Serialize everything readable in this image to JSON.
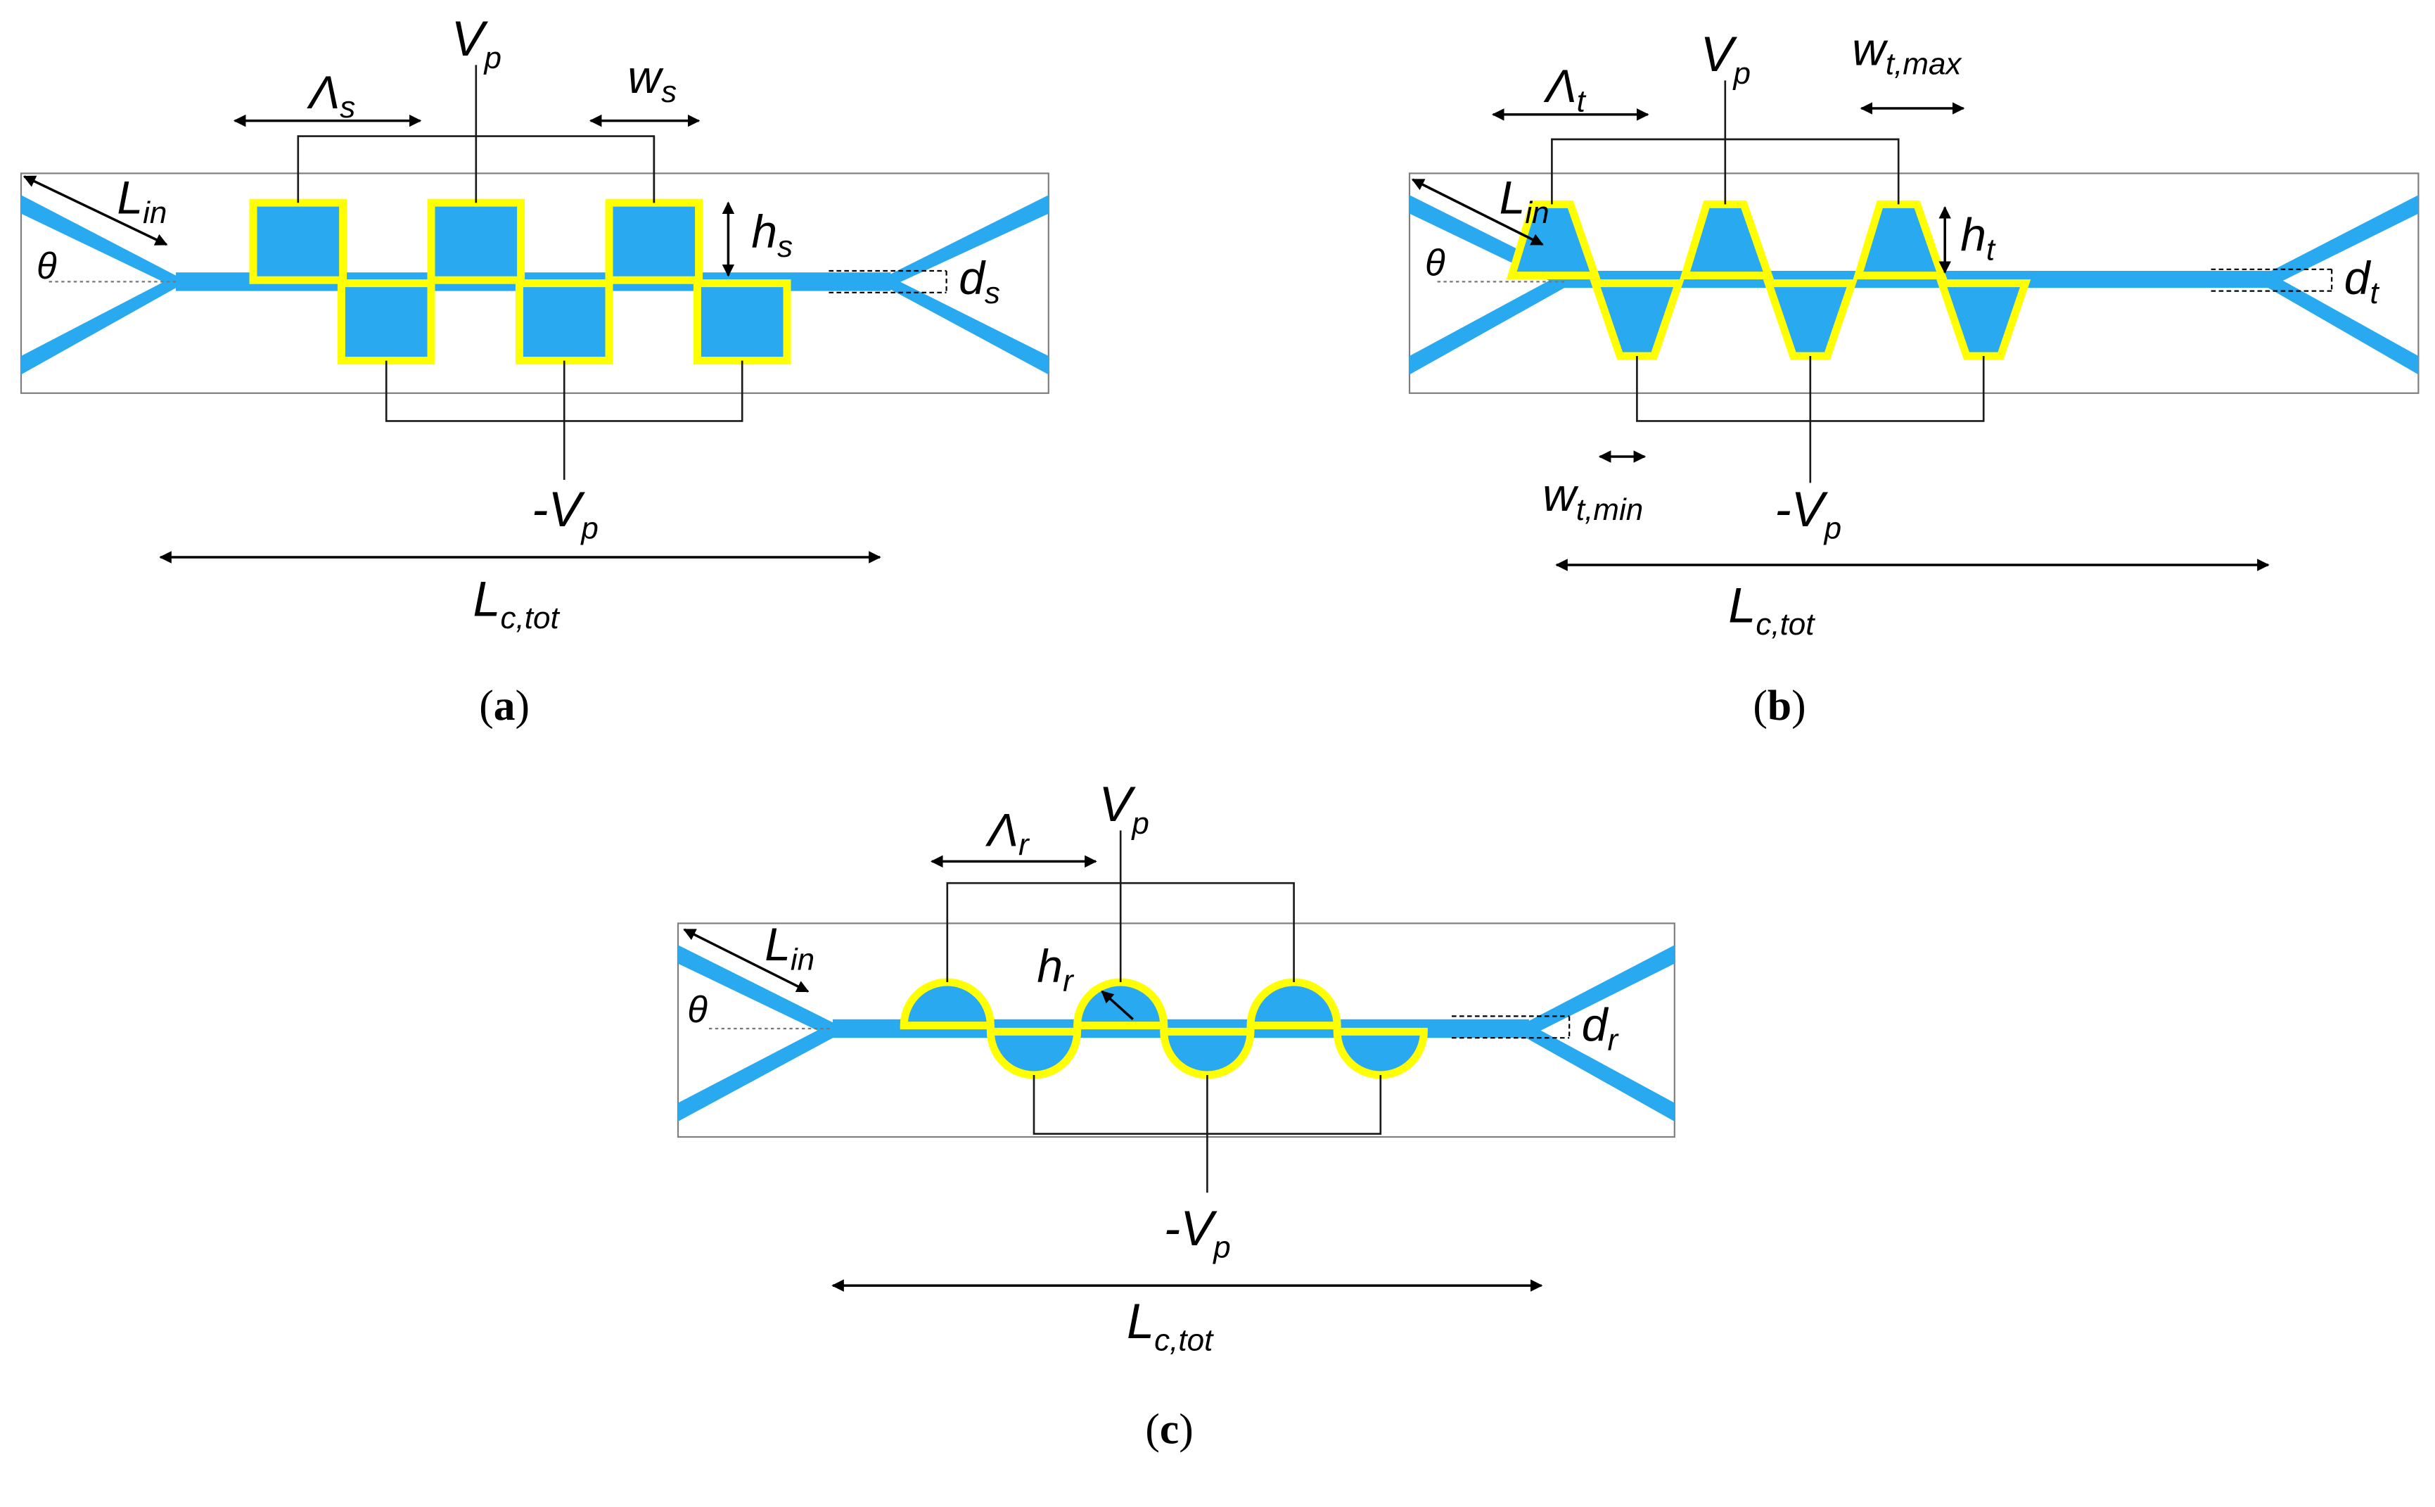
{
  "colors": {
    "waveguide": "#29a9f0",
    "electrode": "#ffff00",
    "electrode_edge": "#8c8a00",
    "frame": "#7f7f7f",
    "wire": "#1a1a1a"
  },
  "panels": [
    {
      "id": "a",
      "shape": "square",
      "label_period": "Λ",
      "sub_period": "s",
      "label_vp": "V",
      "sub_vp": "p",
      "label_width": "w",
      "sub_width": "s",
      "label_height": "h",
      "sub_height": "s",
      "label_gap": "d",
      "sub_gap": "s",
      "label_lin": "L",
      "sub_lin": "in",
      "label_theta": "θ",
      "label_neg_vp": "-V",
      "sub_neg_vp": "p",
      "label_ltot": "L",
      "sub_ltot": "c,tot",
      "caption": "a"
    },
    {
      "id": "b",
      "shape": "trapezoid",
      "label_period": "Λ",
      "sub_period": "t",
      "label_vp": "V",
      "sub_vp": "p",
      "label_width": "w",
      "sub_width": "t,max",
      "label_width_min": "w",
      "sub_width_min": "t,min",
      "label_height": "h",
      "sub_height": "t",
      "label_gap": "d",
      "sub_gap": "t",
      "label_lin": "L",
      "sub_lin": "in",
      "label_theta": "θ",
      "label_neg_vp": "-V",
      "sub_neg_vp": "p",
      "label_ltot": "L",
      "sub_ltot": "c,tot",
      "caption": "b"
    },
    {
      "id": "c",
      "shape": "round",
      "label_period": "Λ",
      "sub_period": "r",
      "label_vp": "V",
      "sub_vp": "p",
      "label_height": "h",
      "sub_height": "r",
      "label_gap": "d",
      "sub_gap": "r",
      "label_lin": "L",
      "sub_lin": "in",
      "label_theta": "θ",
      "label_neg_vp": "-V",
      "sub_neg_vp": "p",
      "label_ltot": "L",
      "sub_ltot": "c,tot",
      "caption": "c"
    }
  ]
}
